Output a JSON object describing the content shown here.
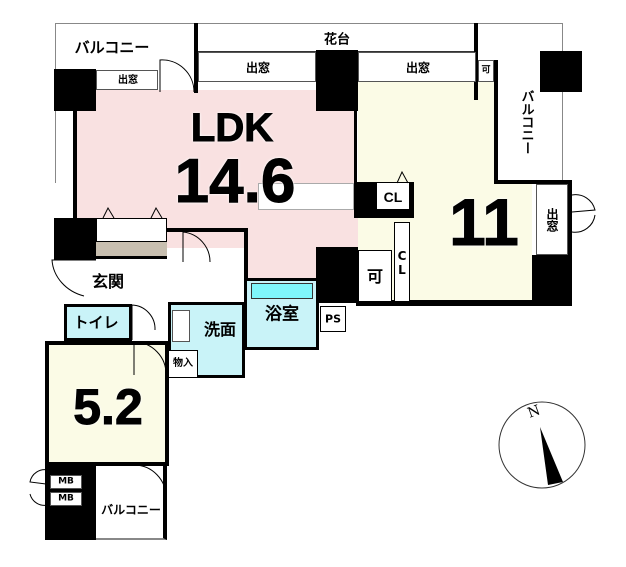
{
  "title": "間取り図",
  "rooms": {
    "ldk": {
      "name": "LDK",
      "size": "14.6"
    },
    "bedroom_main": {
      "size": "11"
    },
    "bedroom_small": {
      "size": "5.2"
    },
    "entrance": "玄関",
    "toilet": "トイレ",
    "washroom": "洗面",
    "bathroom": "浴室",
    "storage": "物入",
    "ps": "PS",
    "closet_main": "CL",
    "closet_side": "CL",
    "movable_storage": "可",
    "movable_small": "可"
  },
  "exterior": {
    "balcony_top_left": "バルコニー",
    "balcony_right": "バルコニー",
    "balcony_bottom": "バルコニー",
    "flower_bed": "花台",
    "bay_windows": [
      "出窓",
      "出窓",
      "出窓",
      "出窓"
    ],
    "meter_boxes": [
      "MB",
      "MB"
    ]
  },
  "compass": {
    "label": "N"
  },
  "colors": {
    "ldk": "#f9e1e1",
    "bedroom": "#fbfbe6",
    "wet": "#c9f3f8",
    "bathtub": "#7ff6fb",
    "closet_strip": "#c8bfb0"
  }
}
